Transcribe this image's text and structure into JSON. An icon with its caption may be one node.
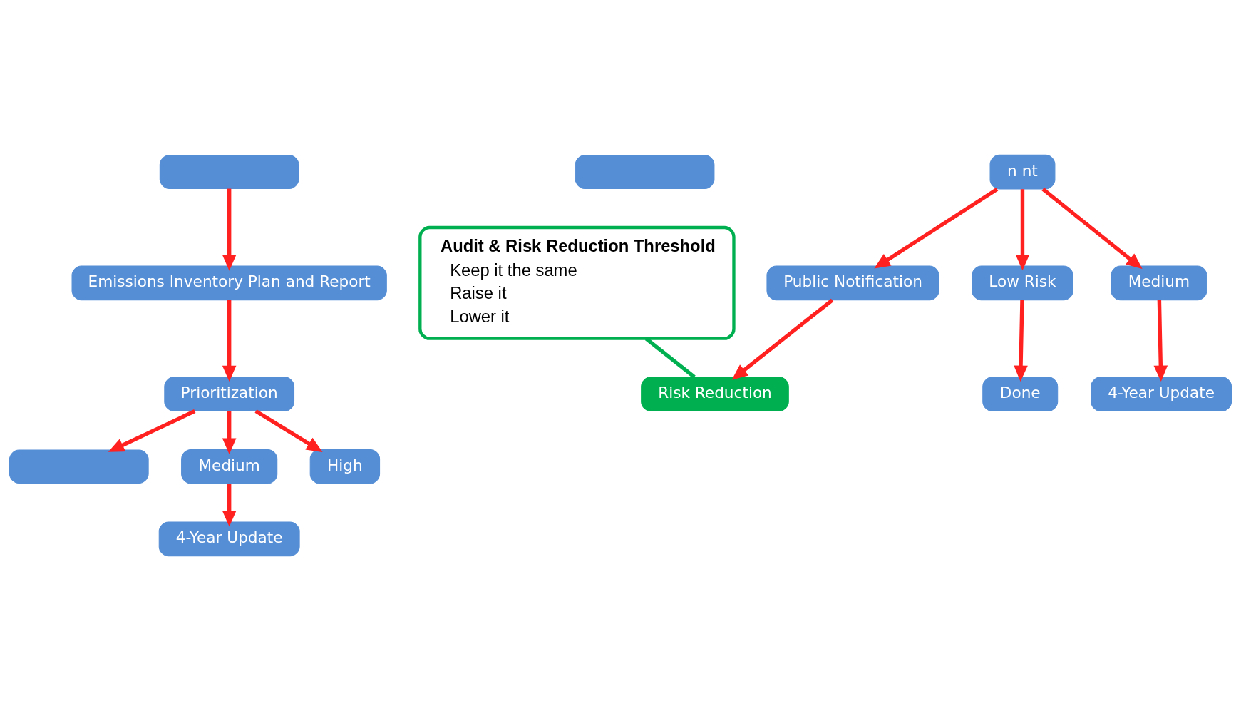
{
  "diagram": {
    "nodes": [
      {
        "text": [],
        "shape": "box"
      },
      {
        "text": [],
        "shape": "box"
      },
      {
        "text": [],
        "shape": "box"
      },
      {
        "text": [
          "Emissions Inventory Plan and Report"
        ]
      },
      {
        "text": [
          "Prioritization"
        ]
      },
      {
        "text": [
          "Medium"
        ]
      },
      {
        "text": [
          "4-Year Update"
        ]
      },
      {
        "text": [
          "High"
        ]
      },
      {
        "text": [
          "Audit & Risk Reduction Threshold",
          "Keep it the same",
          "Raise it",
          "Lower it"
        ]
      },
      {
        "text": [
          "Public Notification"
        ]
      },
      {
        "text": [
          "n nt"
        ]
      },
      {
        "text": [
          "Low Risk"
        ]
      },
      {
        "text": [
          "Risk Reduction"
        ]
      },
      {
        "text": [
          "Medium"
        ]
      },
      {
        "text": [
          "Done"
        ]
      },
      {
        "text": [
          "4-Year Update"
        ]
      }
    ],
    "edges": [
      {
        "from": 0,
        "to": 3,
        "arrow": "to"
      },
      {
        "from": 3,
        "to": 4,
        "arrow": "to"
      },
      {
        "from": 4,
        "to": 1,
        "arrow": "to"
      },
      {
        "from": 4,
        "to": 5,
        "arrow": "to"
      },
      {
        "from": 4,
        "to": 7,
        "arrow": "to"
      },
      {
        "from": 5,
        "to": 6,
        "arrow": "to"
      },
      {
        "from": 10,
        "to": 9,
        "arrow": "to"
      },
      {
        "from": 9,
        "to": 12,
        "arrow": "to"
      },
      {
        "from": 10,
        "to": 11,
        "arrow": "to"
      },
      {
        "from": 11,
        "to": 14,
        "arrow": "to"
      },
      {
        "from": 10,
        "to": 13,
        "arrow": "to"
      },
      {
        "from": 13,
        "to": 15,
        "arrow": "to"
      },
      {
        "from": 8,
        "to": 12,
        "arrow": "none",
        "color": "#00b050"
      }
    ]
  }
}
